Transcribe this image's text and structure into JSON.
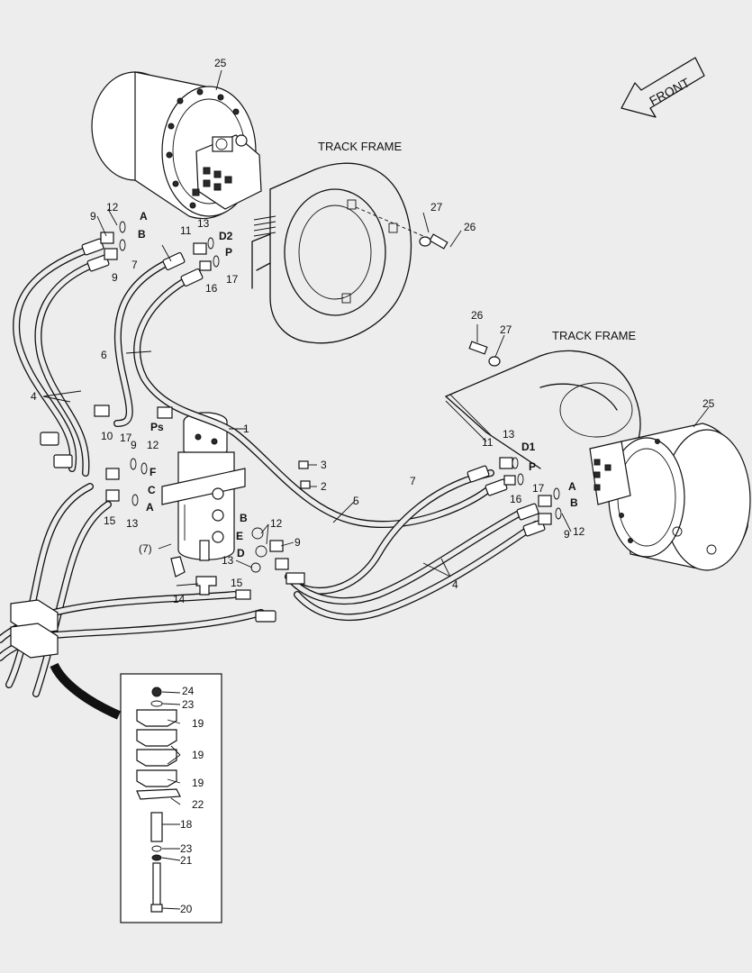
{
  "diagram": {
    "front_label": "FRONT",
    "track_frame_labels": [
      "TRACK FRAME",
      "TRACK FRAME"
    ],
    "part_numbers": [
      "25",
      "12",
      "9",
      "A",
      "B",
      "13",
      "D2",
      "11",
      "P",
      "17",
      "16",
      "9",
      "7",
      "6",
      "4",
      "27",
      "26",
      "10",
      "17",
      "Ps",
      "1",
      "9",
      "12",
      "F",
      "C",
      "A",
      "15",
      "13",
      "3",
      "2",
      "5",
      "26",
      "27",
      "25",
      "11",
      "13",
      "D1",
      "P",
      "A",
      "B",
      "7",
      "16",
      "17",
      "9",
      "12",
      "4",
      "B",
      "12",
      "E",
      "9",
      "D",
      "13",
      "15",
      "14",
      "(7)",
      "24",
      "23",
      "19",
      "19",
      "19",
      "22",
      "18",
      "23",
      "21",
      "20"
    ]
  }
}
